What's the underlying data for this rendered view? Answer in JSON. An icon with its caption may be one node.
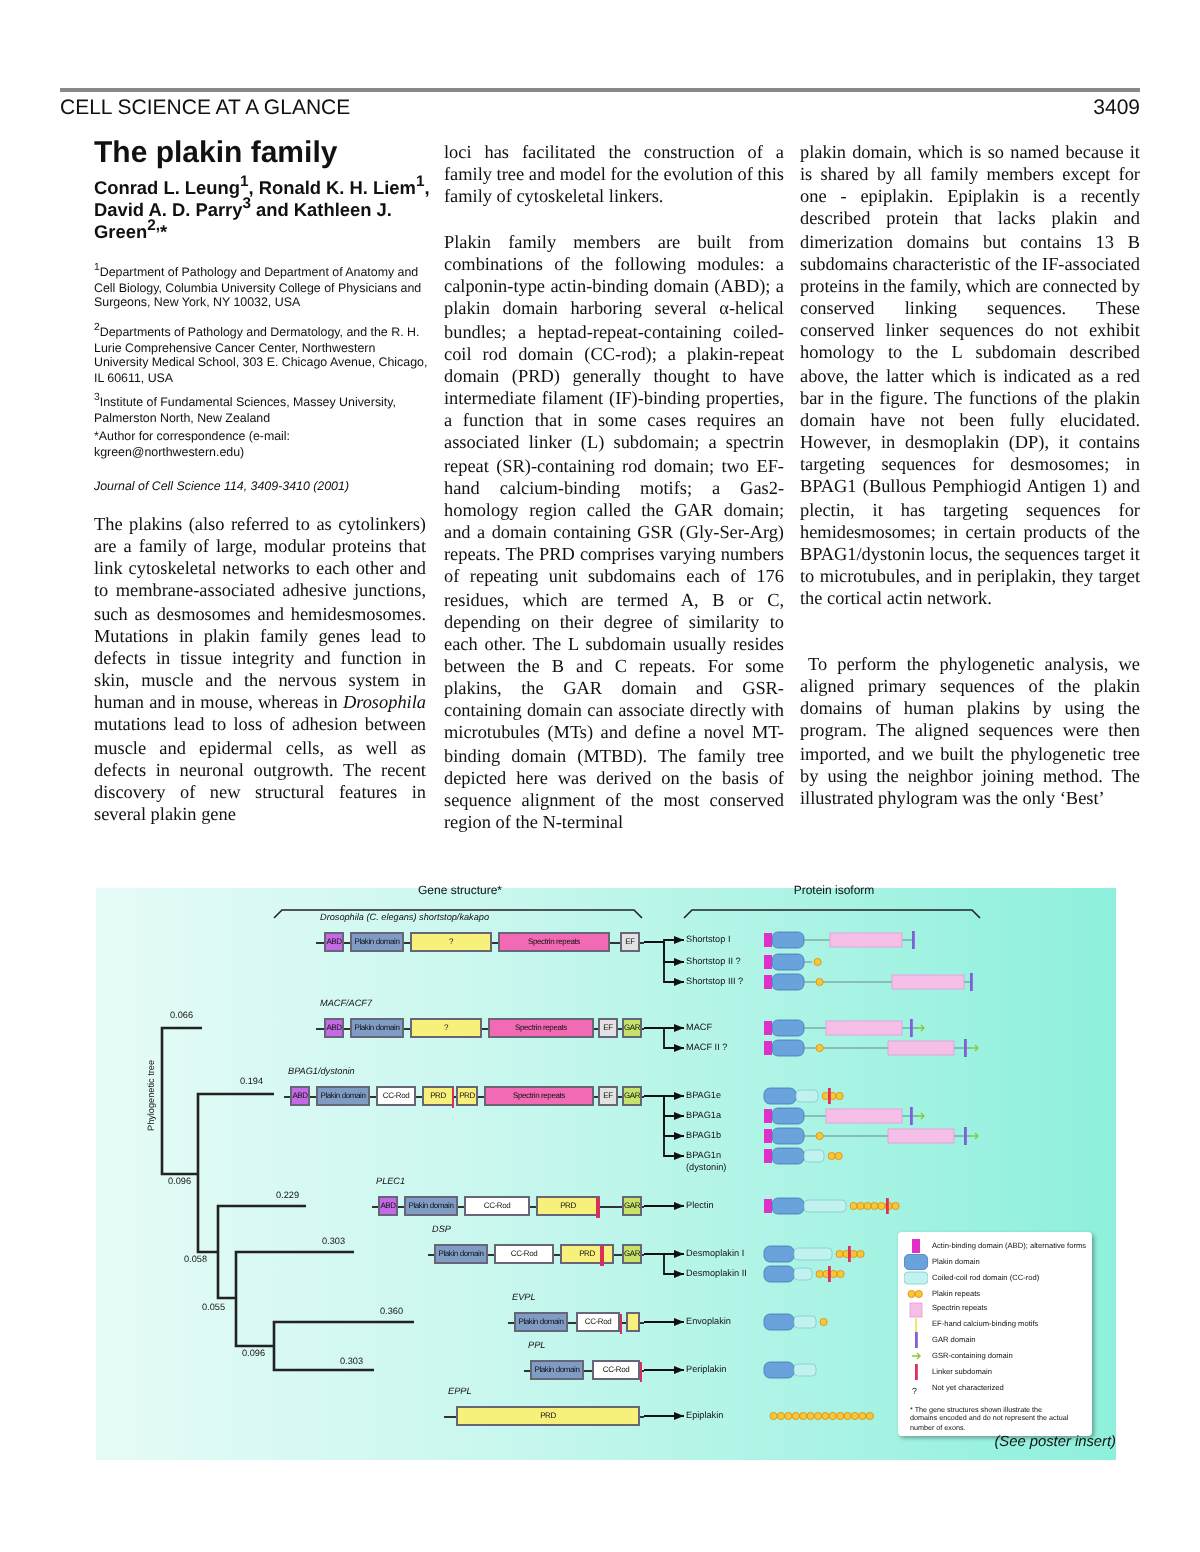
{
  "diagram": {
    "title": "The plakin family",
    "nodes": [
      {
        "text": [
          "Drosophila (C. elegans) shortstop/kakapo"
        ]
      },
      {
        "text": [
          "ABD"
        ],
        "in": 0
      },
      {
        "text": [
          "Plakin domain"
        ],
        "in": 0
      },
      {
        "text": [
          "?"
        ],
        "in": 0
      },
      {
        "text": [
          "Spectrin repeats"
        ],
        "in": 0
      },
      {
        "text": [
          "EF"
        ],
        "in": 0
      },
      {
        "text": [
          "Shortstop I"
        ]
      },
      {
        "text": [
          "Shortstop II ?"
        ]
      },
      {
        "text": [
          "Shortstop III ?"
        ]
      },
      {
        "text": [
          "MACF/ACF7"
        ]
      },
      {
        "text": [
          "ABD"
        ],
        "in": 9
      },
      {
        "text": [
          "Plakin domain"
        ],
        "in": 9
      },
      {
        "text": [
          "?"
        ],
        "in": 9
      },
      {
        "text": [
          "Spectrin repeats"
        ],
        "in": 9
      },
      {
        "text": [
          "EF"
        ],
        "in": 9
      },
      {
        "text": [
          "GAR"
        ],
        "in": 9
      },
      {
        "text": [
          "MACF"
        ]
      },
      {
        "text": [
          "MACF II ?"
        ]
      },
      {
        "text": [
          "BPAG1/dystonin"
        ]
      },
      {
        "text": [
          "ABD"
        ],
        "in": 18
      },
      {
        "text": [
          "Plakin domain"
        ],
        "in": 18
      },
      {
        "text": [
          "CC-Rod"
        ],
        "in": 18
      },
      {
        "text": [
          "PRD"
        ],
        "in": 18
      },
      {
        "text": [
          "PRD"
        ],
        "in": 18
      },
      {
        "text": [
          "Spectrin repeats"
        ],
        "in": 18
      },
      {
        "text": [
          "EF"
        ],
        "in": 18
      },
      {
        "text": [
          "GAR"
        ],
        "in": 18
      },
      {
        "text": [
          "BPAG1e"
        ]
      },
      {
        "text": [
          "BPAG1a"
        ]
      },
      {
        "text": [
          "BPAG1b"
        ]
      },
      {
        "text": [
          "BPAG1n (dystonin)"
        ]
      },
      {
        "text": [
          "PLEC1"
        ]
      },
      {
        "text": [
          "ABD"
        ],
        "in": 31
      },
      {
        "text": [
          "Plakin domain"
        ],
        "in": 31
      },
      {
        "text": [
          "CC-Rod"
        ],
        "in": 31
      },
      {
        "text": [
          "PRD"
        ],
        "in": 31
      },
      {
        "text": [
          "GAR"
        ],
        "in": 31
      },
      {
        "text": [
          "Plectin"
        ]
      },
      {
        "text": [
          "DSP"
        ]
      },
      {
        "text": [
          "Plakin domain"
        ],
        "in": 38
      },
      {
        "text": [
          "CC-Rod"
        ],
        "in": 38
      },
      {
        "text": [
          "PRD"
        ],
        "in": 38
      },
      {
        "text": [
          "GAR"
        ],
        "in": 38
      },
      {
        "text": [
          "Desmoplakin I"
        ]
      },
      {
        "text": [
          "Desmoplakin II"
        ]
      },
      {
        "text": [
          "EVPL"
        ]
      },
      {
        "text": [
          "Plakin domain"
        ],
        "in": 45
      },
      {
        "text": [
          "CC-Rod"
        ],
        "in": 45
      },
      {
        "text": [],
        "shape": "box",
        "in": 45
      },
      {
        "text": [
          "Envoplakin"
        ]
      },
      {
        "text": [
          "PPL"
        ]
      },
      {
        "text": [
          "Plakin domain"
        ],
        "in": 50
      },
      {
        "text": [
          "CC-Rod"
        ],
        "in": 50
      },
      {
        "text": [
          "Periplakin"
        ]
      },
      {
        "text": [
          "EPPL"
        ]
      },
      {
        "text": [
          "PRD"
        ],
        "in": 54
      },
      {
        "text": [
          "Epiplakin"
        ]
      }
    ],
    "edges": [
      {
        "from": 0,
        "to": 6,
        "arrow": "to"
      },
      {
        "from": 0,
        "to": 7,
        "arrow": "to"
      },
      {
        "from": 0,
        "to": 8,
        "arrow": "to"
      },
      {
        "from": 9,
        "to": 16,
        "arrow": "to"
      },
      {
        "from": 9,
        "to": 17,
        "arrow": "to"
      },
      {
        "from": 18,
        "to": 27,
        "arrow": "to"
      },
      {
        "from": 18,
        "to": 28,
        "arrow": "to"
      },
      {
        "from": 18,
        "to": 29,
        "arrow": "to"
      },
      {
        "from": 18,
        "to": 30,
        "arrow": "to"
      },
      {
        "from": 31,
        "to": 37,
        "arrow": "to"
      },
      {
        "from": 38,
        "to": 43,
        "arrow": "to"
      },
      {
        "from": 38,
        "to": 44,
        "arrow": "to"
      },
      {
        "from": 45,
        "to": 49,
        "arrow": "to"
      },
      {
        "from": 50,
        "to": 53,
        "arrow": "to"
      },
      {
        "from": 54,
        "to": 56,
        "arrow": "to"
      }
    ],
    "labels": [
      "CELL SCIENCE AT A GLANCE",
      "3409",
      "Conrad L. Leung$^{1}$, Ronald K. H. Liem$^{1}$, David A. D. Parry$^{3}$ and Kathleen J. Green$^{2,}$*",
      "$^{1}$Department of Pathology and Department of Anatomy and Cell Biology, Columbia University College of Physicians and Surgeons, New York, NY 10032, USA",
      "$^{2}$Departments of Pathology and Dermatology, and the R. H. Lurie Comprehensive Cancer Center, Northwestern University Medical School, 303 E. Chicago Avenue, Chicago, IL 60611, USA",
      "$^{3}$Institute of Fundamental Sciences, Massey University, Palmerston North, New Zealand",
      "*Author for correspondence (e-mail: kgreen@northwestern.edu)",
      "Journal of Cell Science 114, 3409-3410 (2001)",
      "The plakins (also referred to as cytolinkers) are a family of large, modular proteins that link cytoskeletal networks to each other and to membrane-associated adhesive junctions, such as desmosomes and hemidesmosomes. Mutations in plakin family genes lead to defects in tissue integrity and function in skin, muscle and the nervous system in human and in mouse, whereas in *Drosophila* mutations lead to loss of adhesion between muscle and epidermal cells, as well as defects in neuronal outgrowth. The recent discovery of new structural features in several plakin gene",
      "loci has facilitated the construction of a family tree and model for the evolution of this family of cytoskeletal linkers.",
      "Plakin family members are built from combinations of the following modules: a calponin-type actin-binding domain (ABD); a plakin domain harboring several α-helical bundles; a heptad-repeat-containing coiled-coil rod domain (CC-rod); a plakin-repeat domain (PRD) generally thought to have intermediate filament (IF)-binding properties, a function that in some cases requires an associated linker (L) subdomain; a spectrin repeat (SR)-containing rod domain; two EF-hand calcium-binding motifs; a Gas2-homology region called the GAR domain; and a domain containing GSR (Gly-Ser-Arg) repeats. The PRD comprises varying numbers of repeating unit subdomains each of 176 residues, which are termed A, B or C, depending on their degree of similarity to each other. The L subdomain usually resides between the B and C repeats. For some plakins, the GAR domain and GSR-containing domain can associate directly with microtubules (MTs) and define a novel MT-binding domain (MTBD). The family tree depicted here was derived on the basis of sequence alignment of the most conserved region of the N-terminal",
      "plakin domain, which is so named because it is shared by all family members except for one - epiplakin. Epiplakin is a recently described protein that lacks plakin and dimerization domains but contains 13 B subdomains characteristic of the IF-associated proteins in the family, which are connected by conserved linking sequences. These conserved linker sequences do not exhibit homology to the L subdomain described above, the latter which is indicated as a red bar in the figure. The functions of the plakin domain have not been fully elucidated. However, in desmoplakin (DP), it contains targeting sequences for desmosomes; in BPAG1 (Bullous Pemphiogid Antigen 1) and plectin, it has targeting sequences for hemidesmosomes; in certain products of the BPAG1/dystonin locus, the sequences target it to microtubules, and in periplakin, they target the cortical actin network.",
      "To perform the phylogenetic analysis, we aligned primary sequences of the plakin domains of human plakins by using the program. The aligned sequences were then imported, and we built the phylogenetic tree by using the neighbor joining method. The illustrated phylogram was the only ‘Best’",
      "Gene structure*",
      "Protein isoform",
      "Phylogenetic tree",
      "0.066",
      "0.194",
      "0.096",
      "0.229",
      "0.058",
      "0.303",
      "0.055",
      "0.360",
      "0.096",
      "0.303",
      "?",
      "* The gene structures shown illustrate the domains encoded and do not represent the actual number of exons.",
      "(See poster insert)"
    ],
    "legend": [
      {
        "text": "Actin-binding domain (ABD); alternative forms"
      },
      {
        "text": "Plakin domain"
      },
      {
        "text": "Coiled-coil rod domain (CC-rod)"
      },
      {
        "text": "Plakin repeats"
      },
      {
        "text": "Spectrin repeats"
      },
      {
        "text": "EF-hand calcium-binding motifs"
      },
      {
        "text": "GAR domain"
      },
      {
        "text": "GSR-containing domain"
      },
      {
        "text": "Linker subdomain"
      },
      {
        "text": "Not yet characterized"
      }
    ]
  }
}
